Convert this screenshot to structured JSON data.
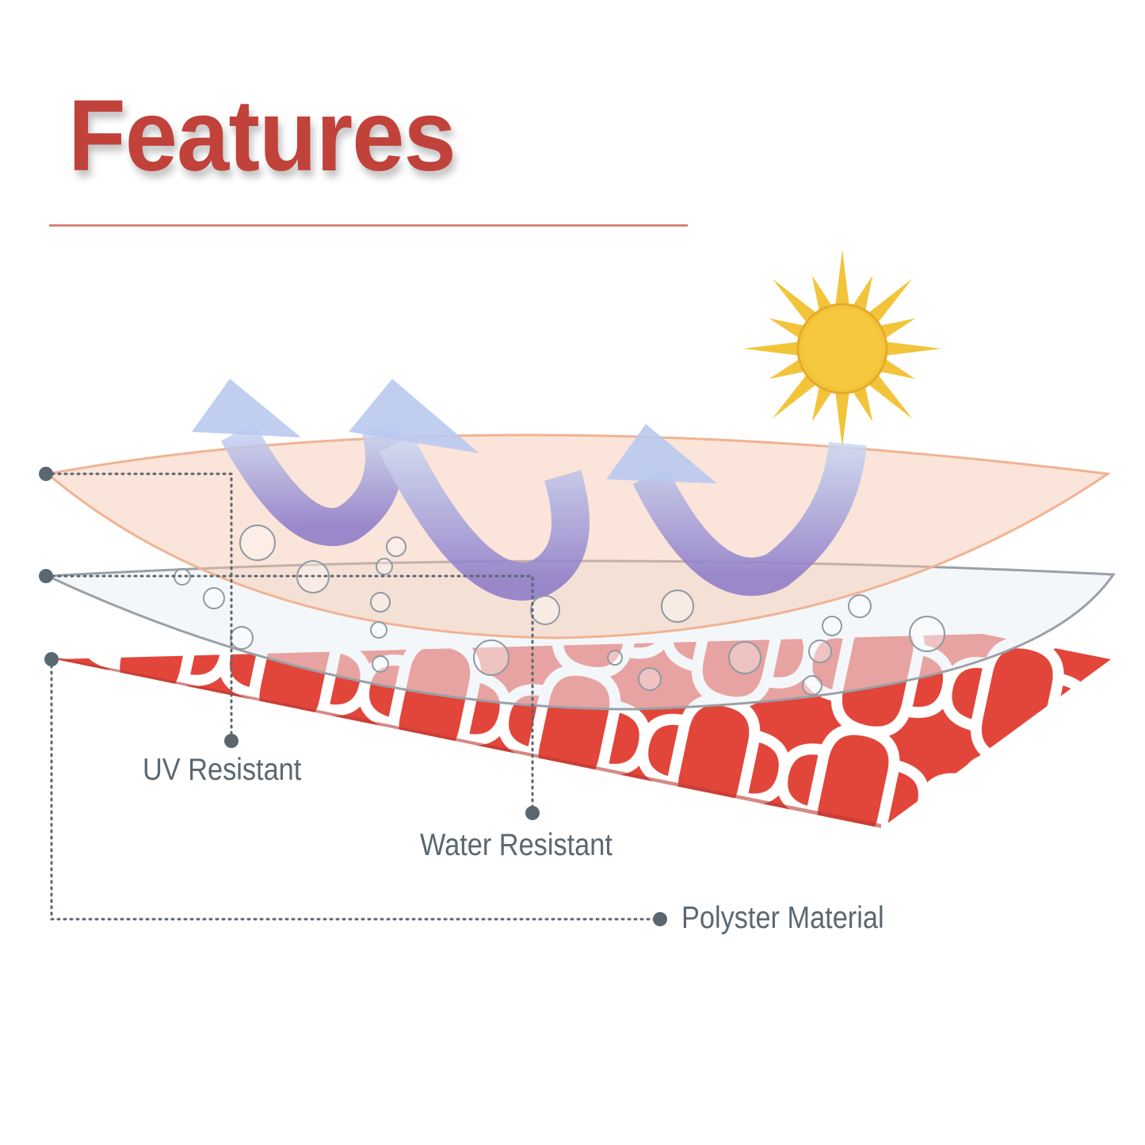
{
  "title": "Features",
  "labels": {
    "uv": "UV Resistant",
    "water": "Water Resistant",
    "polyester": "Polyster Material"
  },
  "colors": {
    "title": "#c0423a",
    "fabric": "#e2453a",
    "leader": "#5b6770",
    "sun": "#f2c43a"
  }
}
